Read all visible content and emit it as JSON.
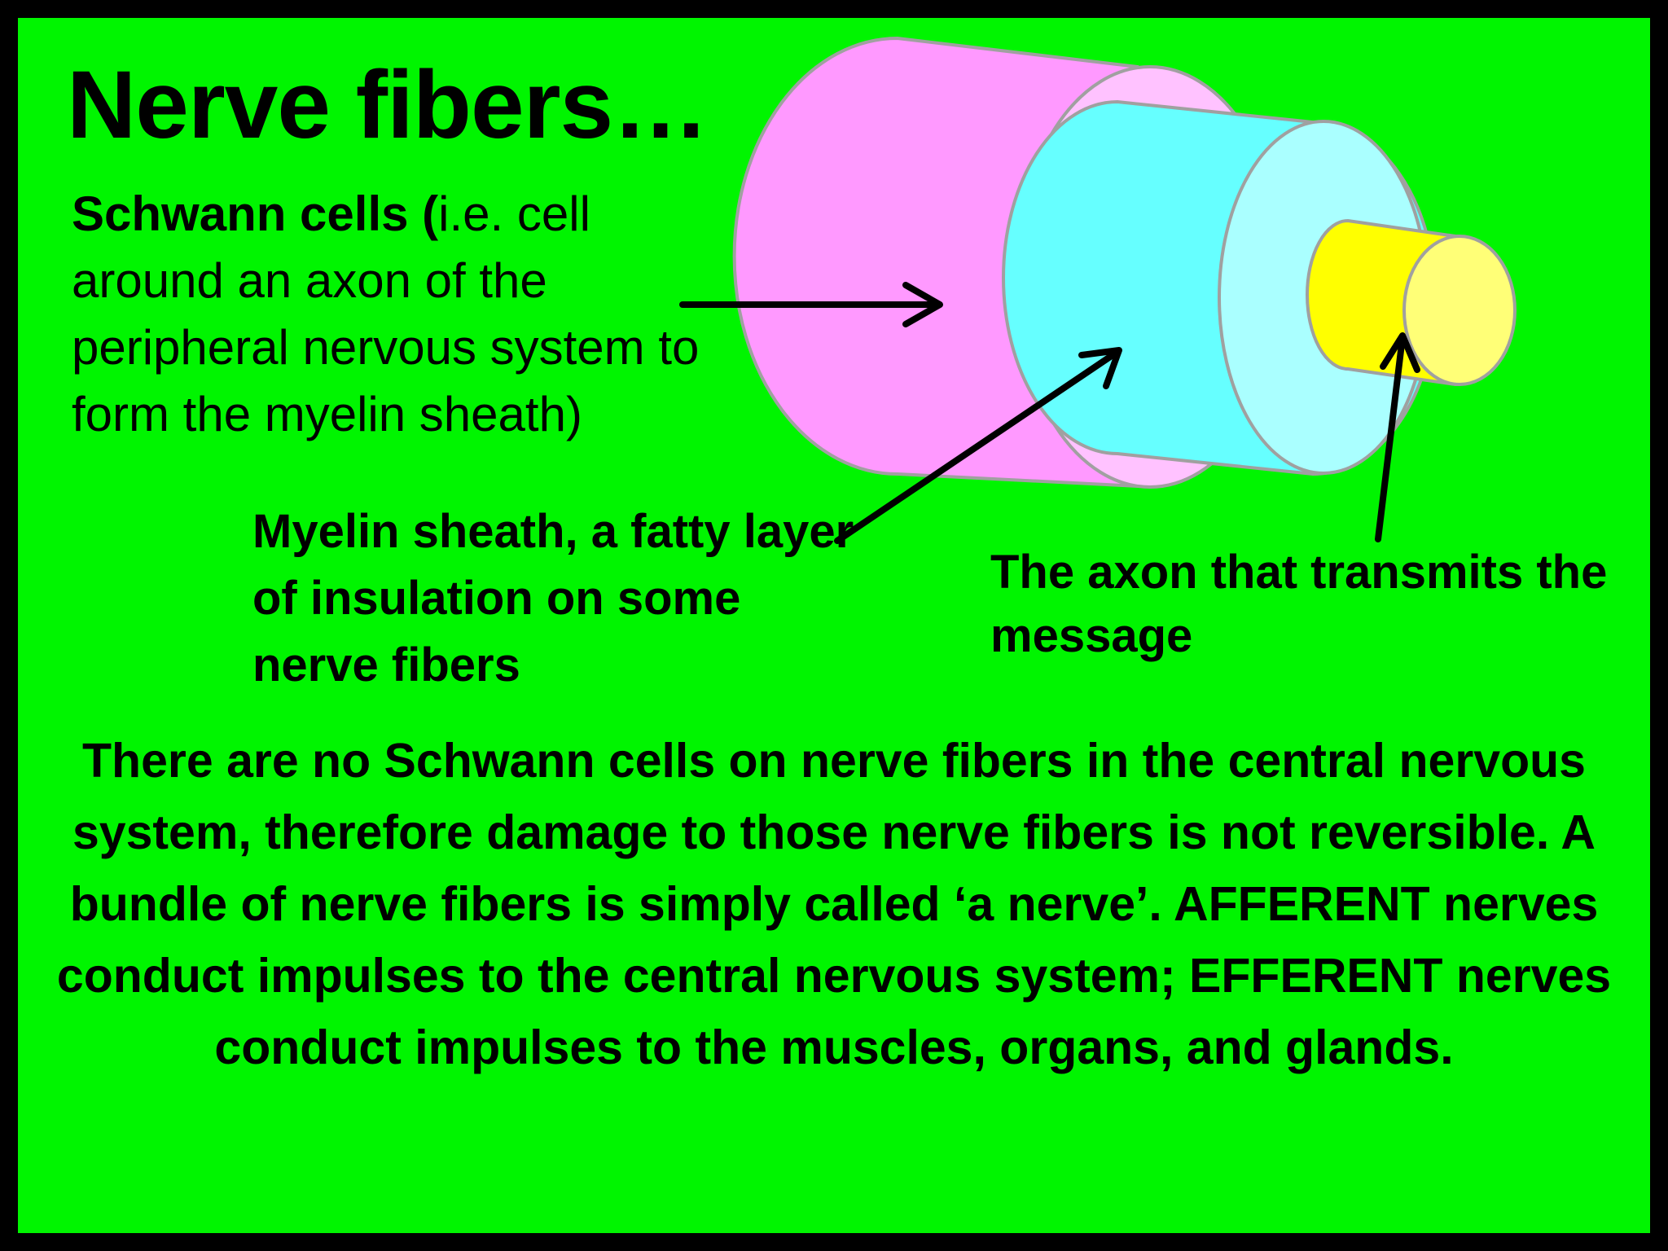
{
  "slide": {
    "title": "Nerve fibers…",
    "schwann_label": {
      "bold_part": "Schwann cells (",
      "rest": "i.e. cell around an axon of the peripheral nervous system to form the myelin sheath)"
    },
    "myelin_label": "Myelin sheath, a fatty layer of insulation on some nerve fibers",
    "axon_label": "The axon that transmits the message",
    "body": "There are no Schwann cells on nerve fibers in the central nervous system, therefore damage to those nerve fibers is not reversible.  A bundle of nerve fibers is simply called ‘a nerve’. AFFERENT nerves conduct impulses to the central nervous system;  EFFERENT nerves conduct impulses to the muscles, organs, and glands."
  },
  "colors": {
    "background": "#00f500",
    "frame": "#000000",
    "schwann_cell": "#ff99ff",
    "schwann_cell_face": "#ffc2ff",
    "myelin_sheath": "#66ffff",
    "myelin_sheath_face": "#aaffff",
    "axon": "#ffff00",
    "axon_face": "#ffff77",
    "outline": "#a0a0a0"
  }
}
